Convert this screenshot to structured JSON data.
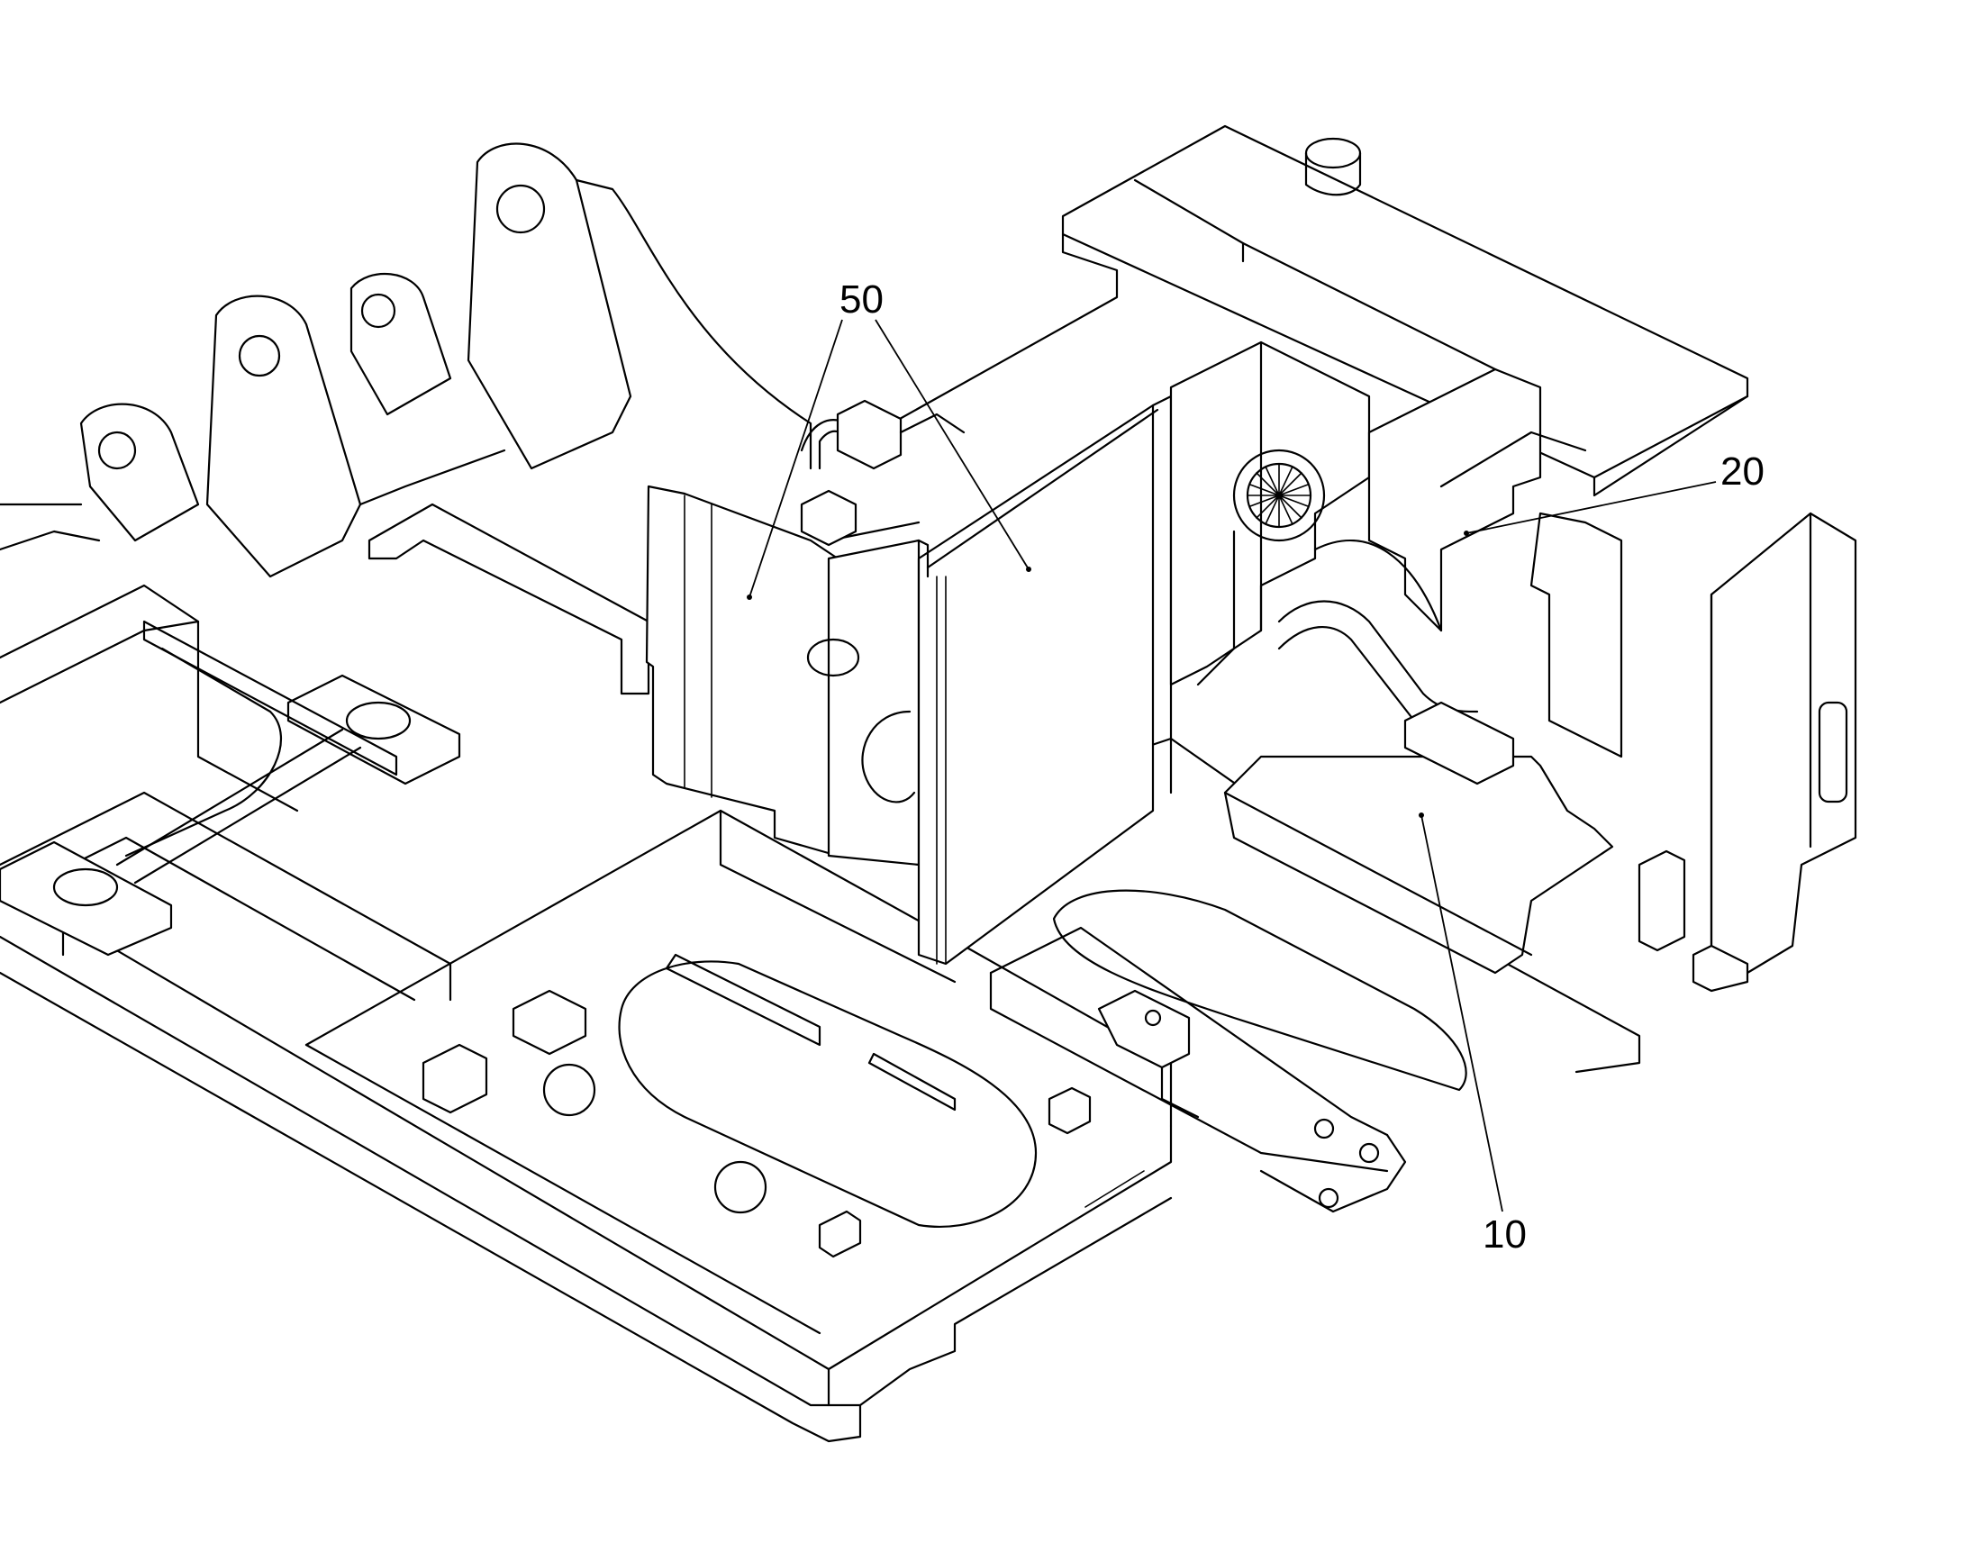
{
  "callouts": {
    "c50": "50",
    "c20": "20",
    "c10": "10"
  }
}
